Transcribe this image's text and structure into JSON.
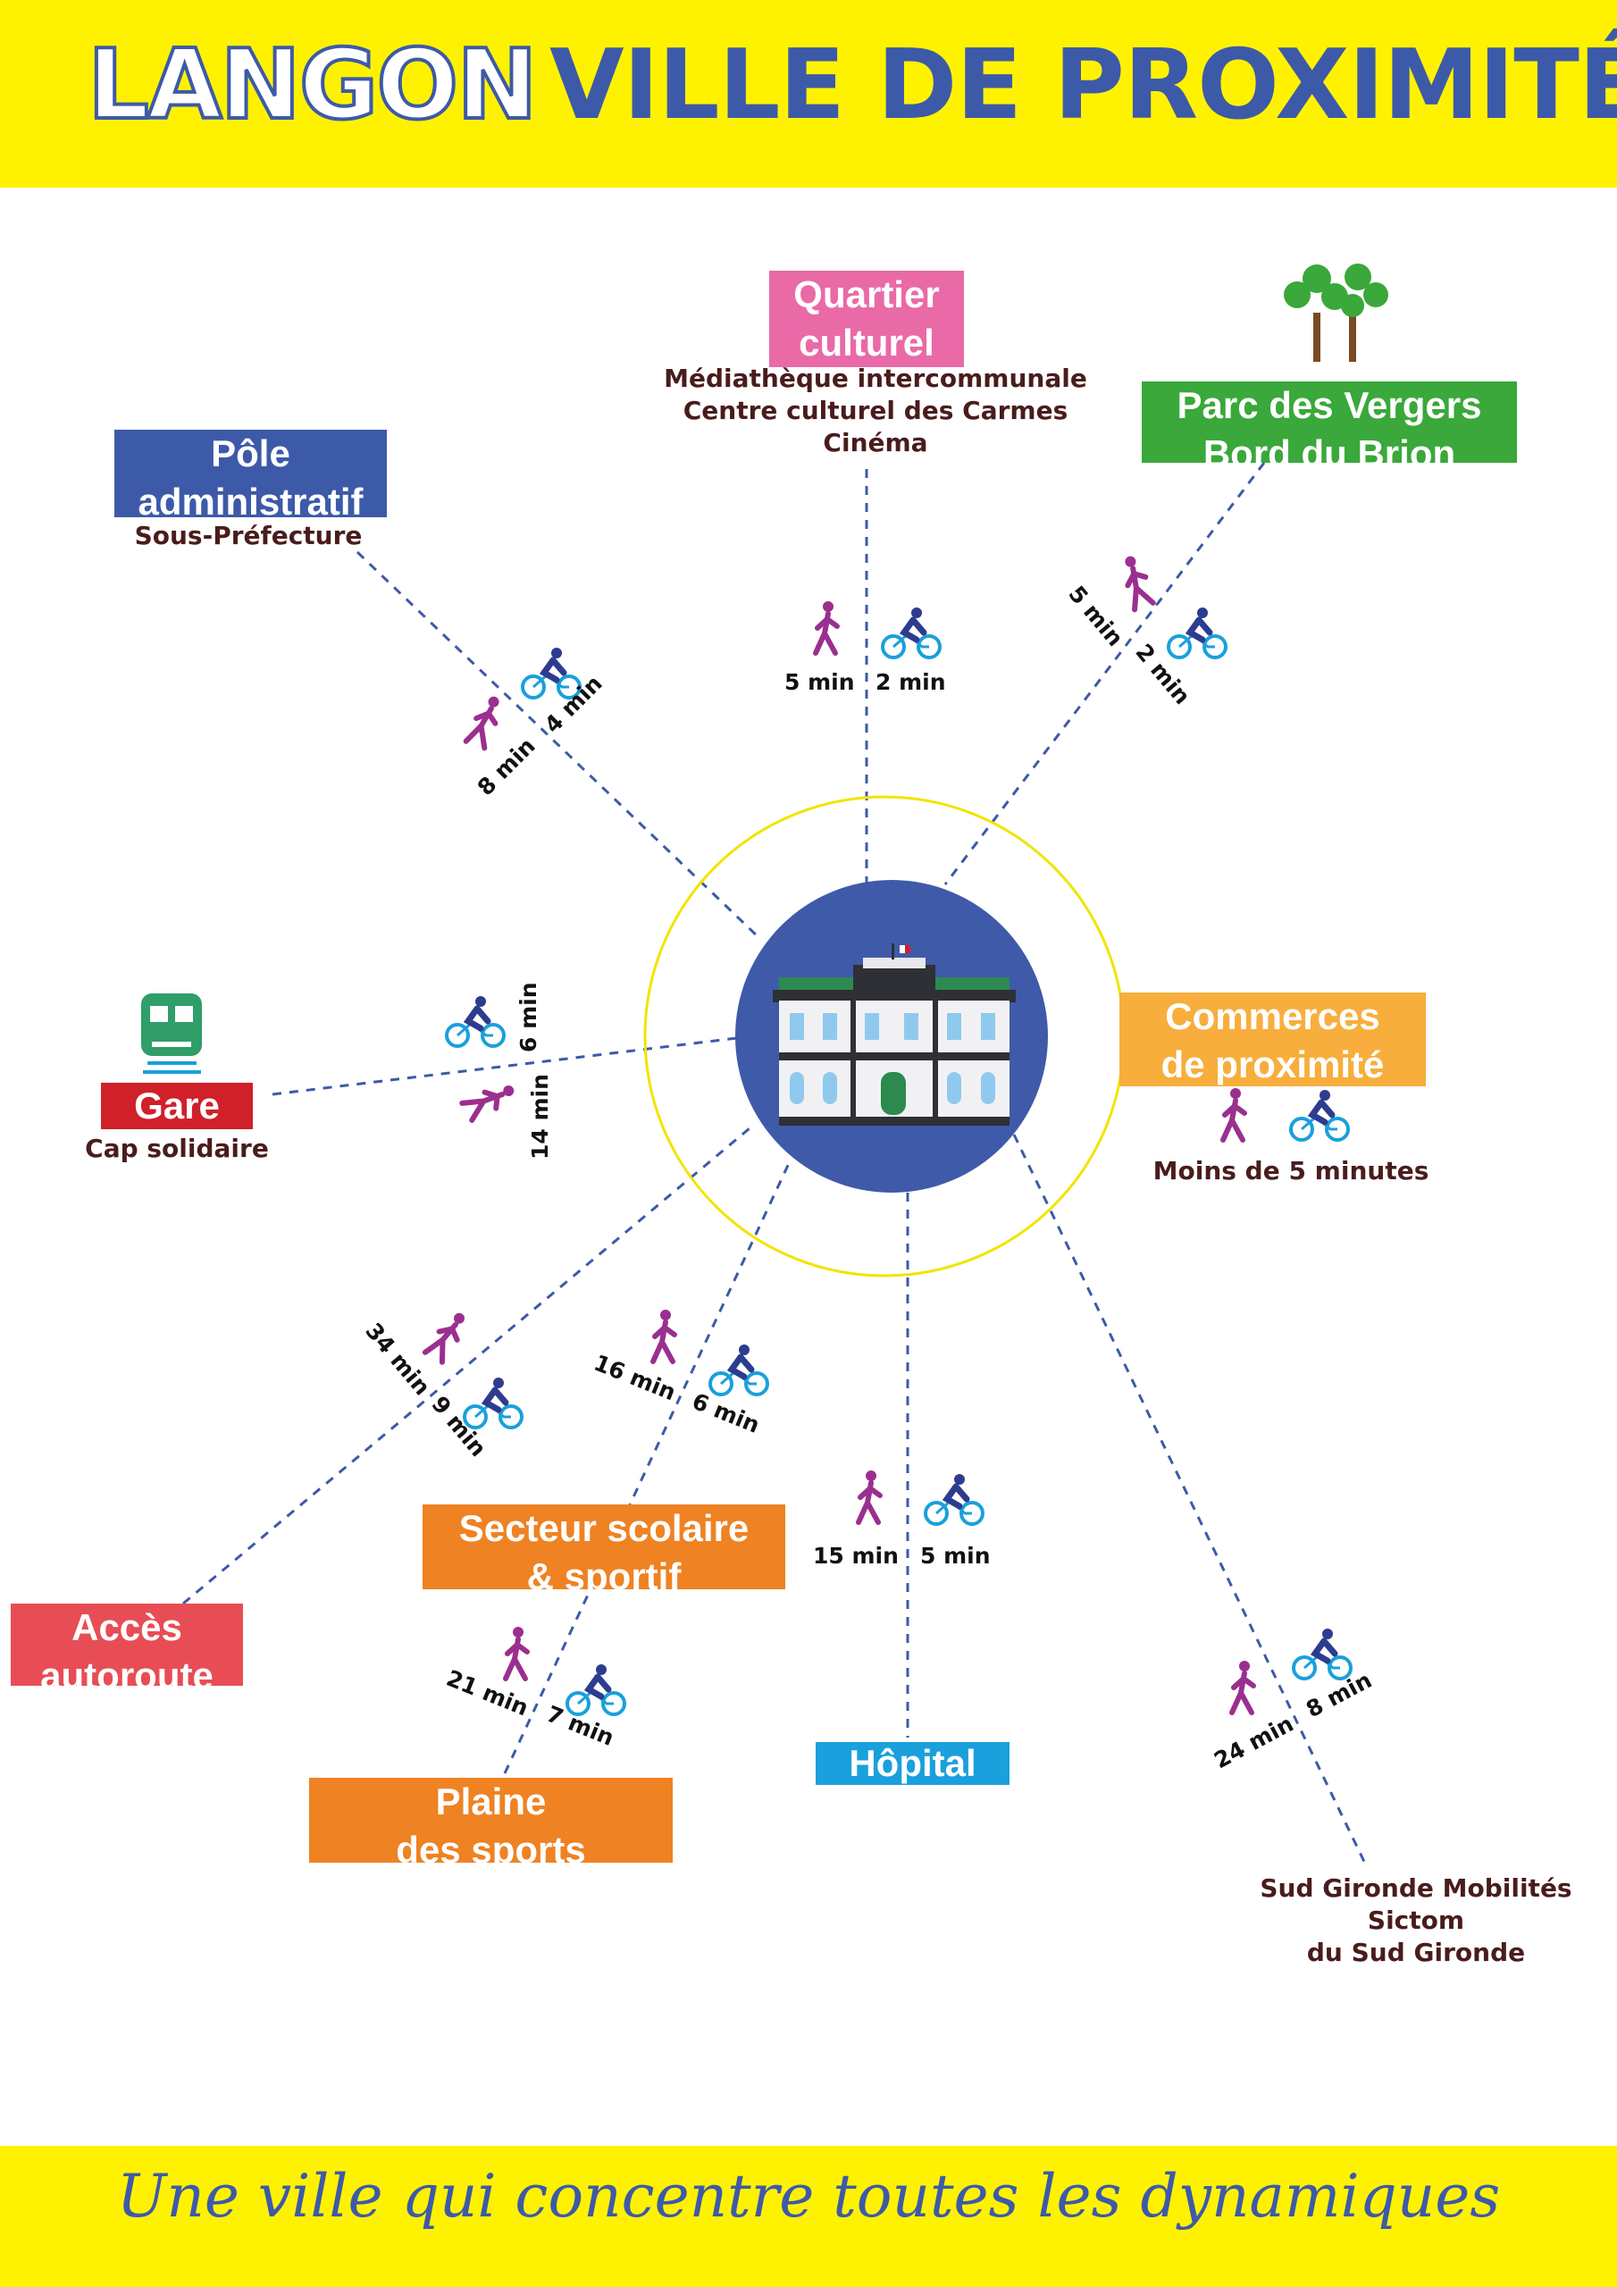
{
  "title": {
    "city": "LANGON",
    "rest": "VILLE DE PROXIMITÉ"
  },
  "tagline": "Une ville qui concentre toutes les dynamiques",
  "colors": {
    "yellow": "#fff200",
    "navy": "#3d5aa8",
    "pink": "#e96aa6",
    "green": "#3aa83a",
    "blue_admin": "#3d5aa8",
    "orange_light": "#f7ae3c",
    "red_station": "#d0202a",
    "orange": "#ef8222",
    "red_highway": "#e84d55",
    "cyan": "#1aa0dc",
    "walk": "#9b2f8f",
    "bike_rider": "#2d3c8e",
    "bike_wheels": "#1aa0dc"
  },
  "icons": [
    "town-hall-icon",
    "tree-icon",
    "train-icon",
    "walk-icon",
    "bike-icon"
  ],
  "places": {
    "culture": {
      "label": "Quartier\nculturel",
      "details": "Médiathèque intercommunale\nCentre culturel des Carmes\nCinéma",
      "walk": "5 min",
      "bike": "2 min"
    },
    "park": {
      "label": "Parc des Vergers\nBord du Brion",
      "walk": "5 min",
      "bike": "2 min"
    },
    "admin": {
      "label": "Pôle\nadministratif",
      "details": "Sous-Préfecture",
      "walk": "8 min",
      "bike": "4 min"
    },
    "station": {
      "label": "Gare",
      "details": "Cap solidaire",
      "walk": "14 min",
      "bike": "6 min"
    },
    "shops": {
      "label": "Commerces\nde proximité",
      "details": "Moins de 5 minutes"
    },
    "highway": {
      "label": "Accès\nautoroute",
      "walk": "34 min",
      "bike": "9 min"
    },
    "school": {
      "label": "Secteur scolaire\n& sportif",
      "walk": "16 min",
      "bike": "6 min"
    },
    "hospital": {
      "label": "Hôpital",
      "walk": "15 min",
      "bike": "5 min"
    },
    "sports": {
      "label": "Plaine\ndes sports",
      "walk": "21 min",
      "bike": "7 min"
    },
    "mobility": {
      "details": "Sud Gironde Mobilités\nSictom\ndu Sud Gironde",
      "walk": "24 min",
      "bike": "8 min"
    }
  }
}
